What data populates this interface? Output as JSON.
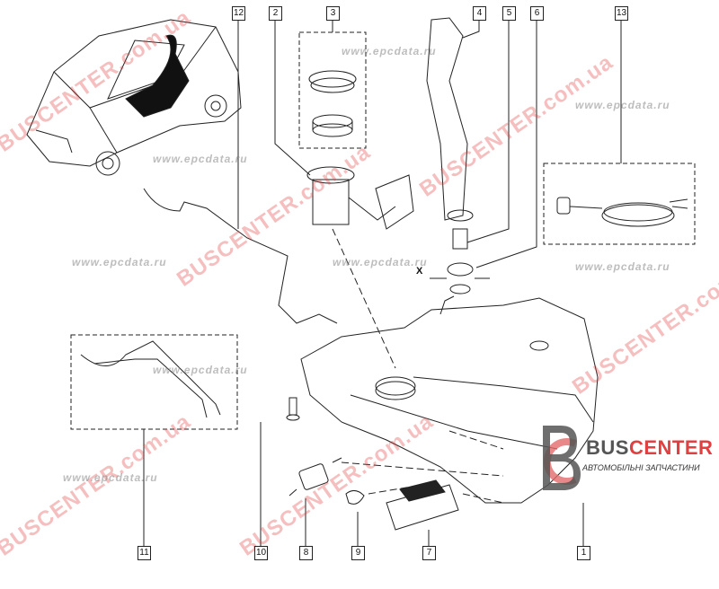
{
  "callouts": {
    "c12": "12",
    "c2": "2",
    "c3": "3",
    "c4": "4",
    "c5": "5",
    "c6": "6",
    "c13": "13",
    "c11": "11",
    "c10": "10",
    "c8": "8",
    "c9": "9",
    "c7": "7",
    "c1": "1"
  },
  "view_marker": "X",
  "watermarks": {
    "bus": "BUSCENTER.com.ua",
    "epc": "www.epcdata.ru"
  },
  "logo": {
    "brand_a": "BUS",
    "brand_b": "CENTER",
    "subtitle": "АВТОМОБІЛЬНІ ЗАПЧАСТИНИ"
  },
  "colors": {
    "line": "#222222",
    "accent": "#e14040",
    "watermark_grey": "#888888"
  }
}
